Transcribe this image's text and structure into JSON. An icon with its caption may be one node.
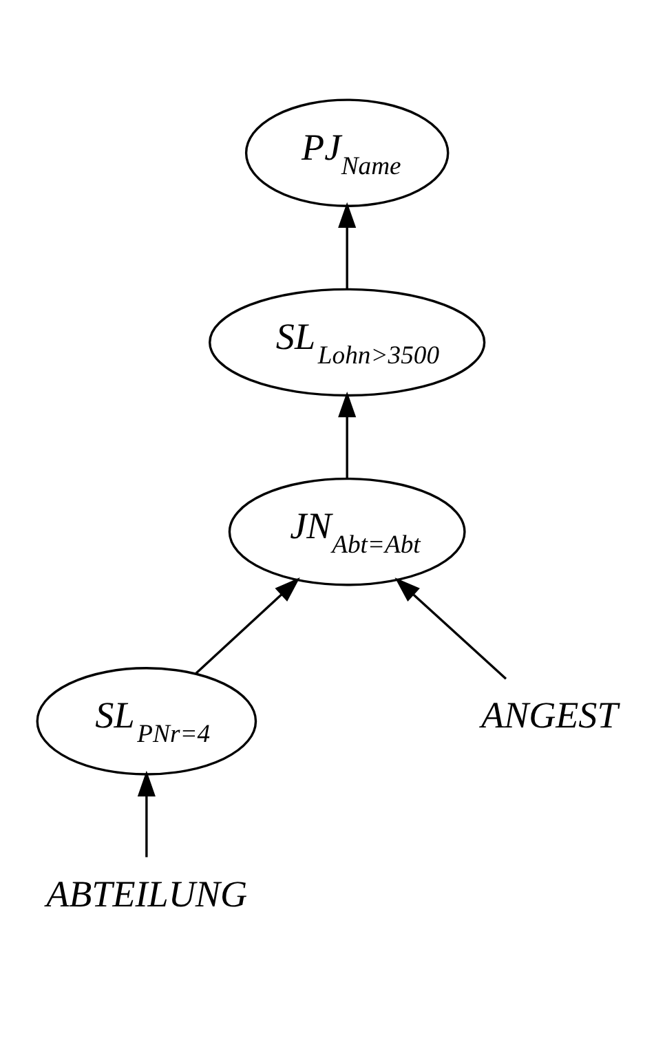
{
  "diagram": {
    "nodes": [
      {
        "text": [
          "PJ$_{Name}$"
        ]
      },
      {
        "text": [
          "SL$_{Lohn>3500}$"
        ]
      },
      {
        "text": [
          "JN$_{Abt=Abt}$"
        ]
      },
      {
        "text": [
          "SL$_{PNr=4}$"
        ]
      },
      {
        "text": [
          "ANGEST"
        ]
      },
      {
        "text": [
          "ABTEILUNG"
        ]
      }
    ],
    "edges": [
      {
        "from": 1,
        "to": 0,
        "arrow": "to"
      },
      {
        "from": 2,
        "to": 1,
        "arrow": "to"
      },
      {
        "from": 3,
        "to": 2,
        "arrow": "to"
      },
      {
        "from": 4,
        "to": 2,
        "arrow": "to"
      },
      {
        "from": 5,
        "to": 3,
        "arrow": "to"
      }
    ]
  }
}
